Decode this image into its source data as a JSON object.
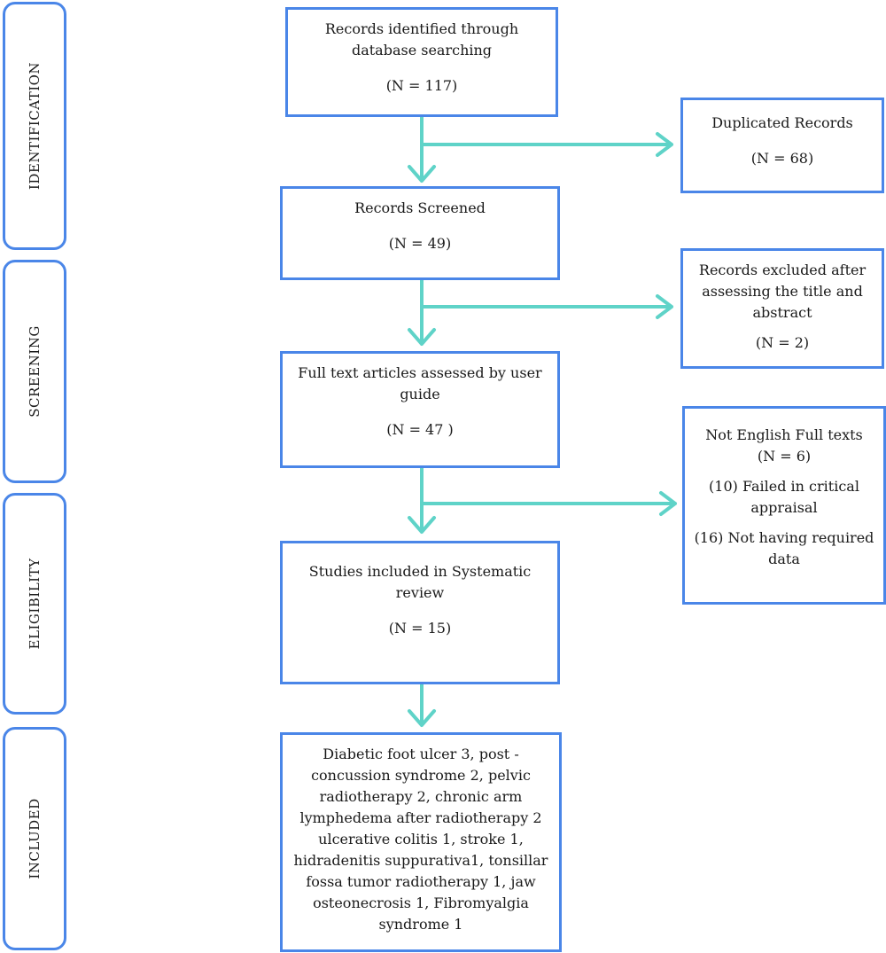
{
  "stages": {
    "identification": "IDENTIFICATION",
    "screening": "SCREENING",
    "eligibility": "ELIGIBILITY",
    "included": "INCLUDED"
  },
  "boxes": {
    "identified": {
      "lines": [
        "Records identified through",
        "database searching"
      ],
      "count": "(N = 117)"
    },
    "duplicates": {
      "lines": [
        "Duplicated Records"
      ],
      "count": "(N = 68)"
    },
    "screened": {
      "lines": [
        "Records Screened"
      ],
      "count": "(N = 49)"
    },
    "excluded_title": {
      "lines": [
        "Records excluded after",
        "assessing the title and",
        "abstract"
      ],
      "count": "(N = 2)"
    },
    "full_text": {
      "lines": [
        "Full text articles assessed by user",
        "guide"
      ],
      "count": "(N = 47 )"
    },
    "excluded_full": {
      "line1": "Not English Full texts",
      "line2": "(N = 6)",
      "line3": "(10) Failed in critical",
      "line4": "appraisal",
      "line5": "(16) Not having required",
      "line6": "data"
    },
    "included_studies": {
      "lines": [
        "Studies included in Systematic",
        "review"
      ],
      "count": "(N = 15)"
    },
    "conditions": {
      "lines": [
        "Diabetic foot ulcer 3, post   -",
        "concussion syndrome 2, pelvic",
        "radiotherapy 2, chronic arm",
        "lymphedema after radiotherapy 2",
        "ulcerative colitis 1, stroke 1,",
        "hidradenitis suppurativa1, tonsillar",
        "fossa tumor radiotherapy 1, jaw",
        "osteonecrosis 1, Fibromyalgia",
        "syndrome 1"
      ]
    }
  },
  "colors": {
    "border": "#4a86e8",
    "arrow": "#5fd3c8"
  }
}
